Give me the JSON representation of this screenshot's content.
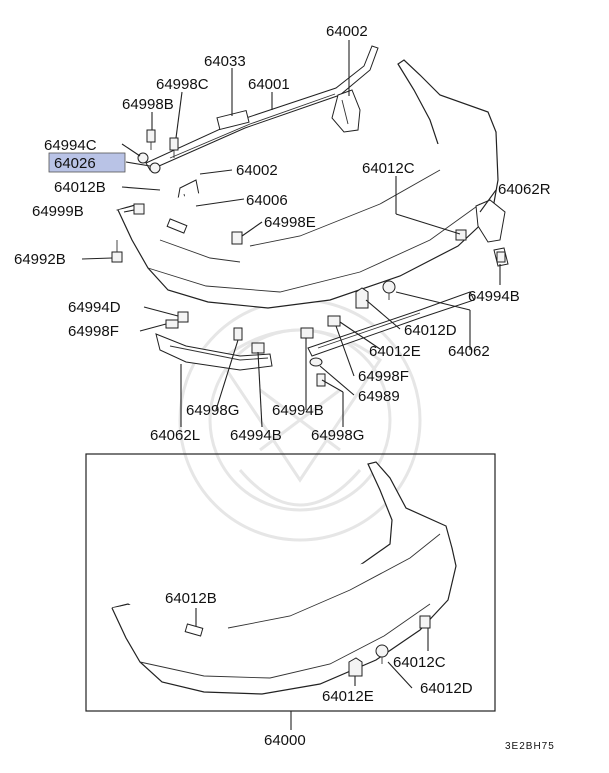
{
  "highlight_color": "#b9c3e6",
  "labels": {
    "p64002_top": "64002",
    "p64033": "64033",
    "p64998C": "64998C",
    "p64001": "64001",
    "p64998B": "64998B",
    "p64994C": "64994C",
    "p64026": "64026",
    "p64002_mid": "64002",
    "p64012B_top": "64012B",
    "p64006": "64006",
    "p64012C_top": "64012C",
    "p64062R": "64062R",
    "p64999B": "64999B",
    "p64998E": "64998E",
    "p64992B": "64992B",
    "p64994B_right": "64994B",
    "p64994D": "64994D",
    "p64998F_left": "64998F",
    "p64012D_top": "64012D",
    "p64012E_top": "64012E",
    "p64062": "64062",
    "p64998F_right": "64998F",
    "p64989": "64989",
    "p64998G_left": "64998G",
    "p64994B_mid": "64994B",
    "p64062L": "64062L",
    "p64994B_left": "64994B",
    "p64998G_right": "64998G",
    "p64012B_bottom": "64012B",
    "p64012C_bottom": "64012C",
    "p64012E_bottom": "64012E",
    "p64012D_bottom": "64012D",
    "p64000": "64000"
  },
  "diagram_code": "3E2BH75"
}
